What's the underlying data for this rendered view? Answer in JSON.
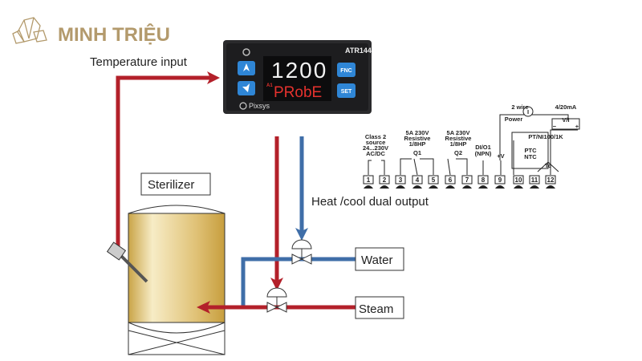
{
  "logo": {
    "brand": "MINH TRIỆU",
    "color": "#b39a6c"
  },
  "controller": {
    "model": "ATR144",
    "top_value": "1200",
    "bottom_value": "PRobE",
    "indicator": "A1",
    "brand": "Pixsys",
    "buttons": {
      "fnc": "FNC",
      "set": "SET"
    }
  },
  "labels": {
    "temperature_input": "Temperature input",
    "sterilizer": "Sterilizer",
    "heat_cool": "Heat /cool dual output",
    "water": "Water",
    "steam": "Steam"
  },
  "wiring": {
    "supply": [
      "Class 2",
      "source",
      "24...230V",
      "AC/DC"
    ],
    "q1": [
      "5A 230V",
      "Resistive",
      "1/8HP"
    ],
    "q1_label": "Q1",
    "q2": [
      "5A 230V",
      "Resistive",
      "1/8HP"
    ],
    "q2_label": "Q2",
    "dio": [
      "DI/O1",
      "(NPN)"
    ],
    "plus_v": "+V",
    "two_wire": "2 wire",
    "ma": "4/20mA",
    "power": "Power",
    "current_symbol": "I",
    "vi": "V/I",
    "minus": "−",
    "plus": "+",
    "ptni": "PT/NI100/1K",
    "ptc": "PTC",
    "ntc": "NTC",
    "tc": "Tc",
    "terminals": [
      "1",
      "2",
      "3",
      "4",
      "5",
      "6",
      "7",
      "8",
      "9",
      "10",
      "11",
      "12"
    ]
  },
  "colors": {
    "steam": "#b3202a",
    "water": "#3f6ea8",
    "tank": "#d9b85a"
  }
}
